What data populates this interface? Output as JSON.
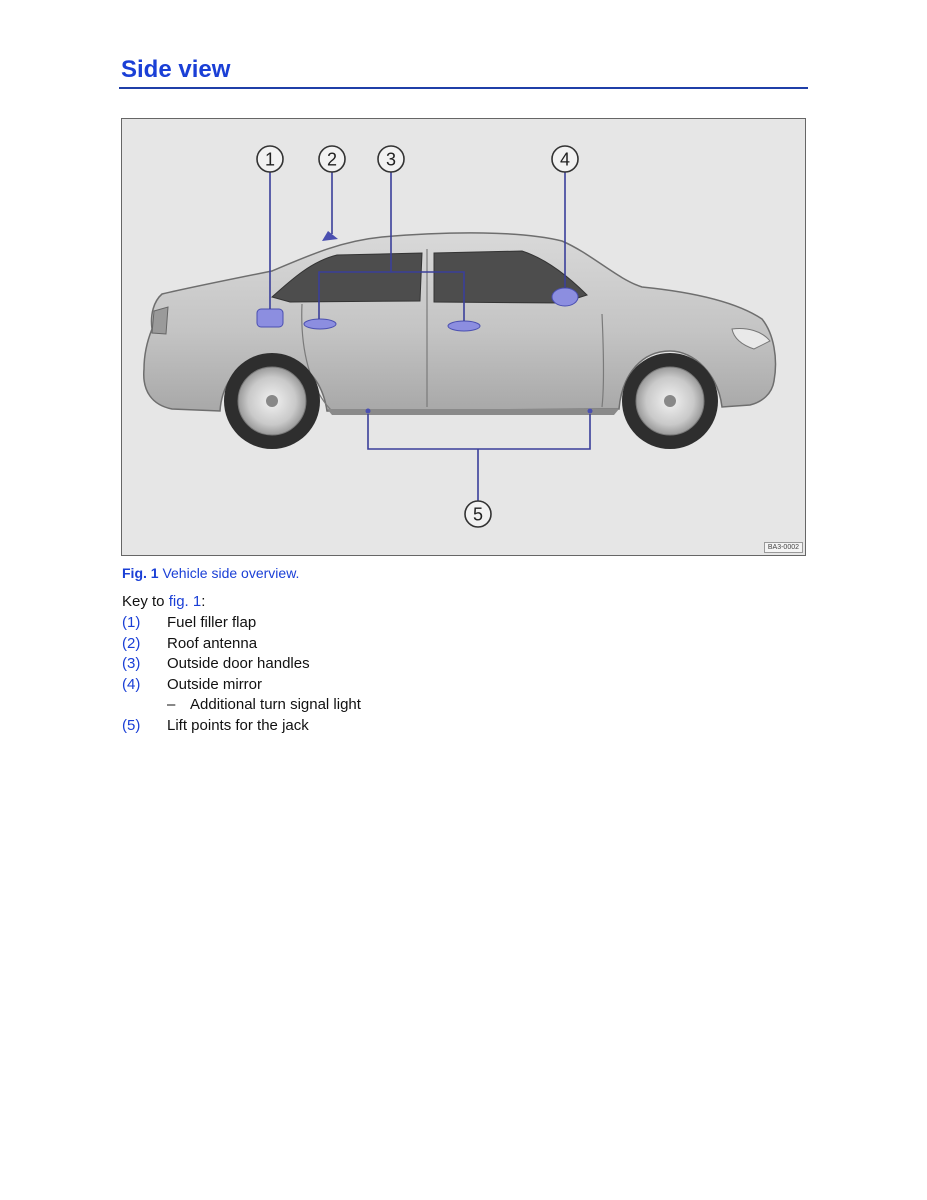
{
  "title": "Side view",
  "figure": {
    "code": "BA3-0002",
    "callouts": [
      "1",
      "2",
      "3",
      "4",
      "5"
    ]
  },
  "caption": {
    "label": "Fig. 1",
    "text": "Vehicle side overview."
  },
  "key": {
    "intro_prefix": "Key to ",
    "intro_link": "fig. 1",
    "intro_suffix": ":",
    "items": [
      {
        "num": "(1)",
        "label": "Fuel filler flap"
      },
      {
        "num": "(2)",
        "label": "Roof antenna"
      },
      {
        "num": "(3)",
        "label": "Outside door handles"
      },
      {
        "num": "(4)",
        "label": "Outside mirror"
      },
      {
        "sub": "–",
        "label": "Additional turn signal light"
      },
      {
        "num": "(5)",
        "label": "Lift points for the jack"
      }
    ]
  },
  "colors": {
    "heading": "#1a3fd6",
    "callout_line": "#3a3f9a",
    "highlight": "#8c8ee0"
  }
}
